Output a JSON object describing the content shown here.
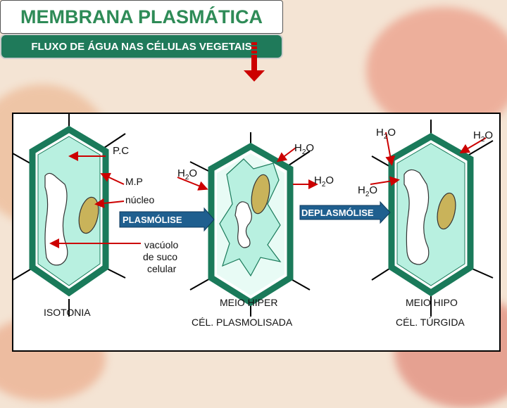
{
  "header": {
    "title": "MEMBRANA PLASMÁTICA"
  },
  "subtitle": "FLUXO DE ÁGUA NAS CÉLULAS VEGETAIS",
  "labels": {
    "pc": "P.C",
    "mp": "M.P",
    "nucleo": "núcleo",
    "vacuolo_1": "vacúolo",
    "vacuolo_2": "de suco",
    "vacuolo_3": "celular",
    "water": "H",
    "water_sub": "2",
    "water_o": "O"
  },
  "processes": {
    "plasmolise": "PLASMÓLISE",
    "deplasmolise": "DEPLASMÓLISE"
  },
  "captions": {
    "isotonia": "ISOTONIA",
    "meio_hiper": "MEIO HIPER",
    "cel_plasmolisada": "CÉL. PLASMOLISADA",
    "meio_hipo": "MEIO HIPO",
    "cel_turgida": "CÉL. TÚRGIDA"
  },
  "colors": {
    "cell_wall": "#1a7a5a",
    "cytoplasm": "#b8f0e0",
    "vacuole": "#ffffff",
    "nucleus": "#c9b35a",
    "arrow": "#cc0000",
    "process_bar": "#1f5f8f"
  }
}
